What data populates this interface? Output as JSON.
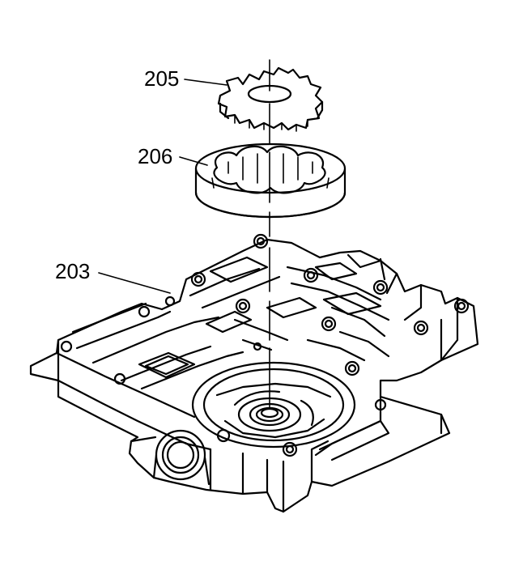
{
  "diagram": {
    "callouts": [
      {
        "id": "205",
        "label": "205"
      },
      {
        "id": "206",
        "label": "206"
      },
      {
        "id": "203",
        "label": "203"
      }
    ]
  }
}
